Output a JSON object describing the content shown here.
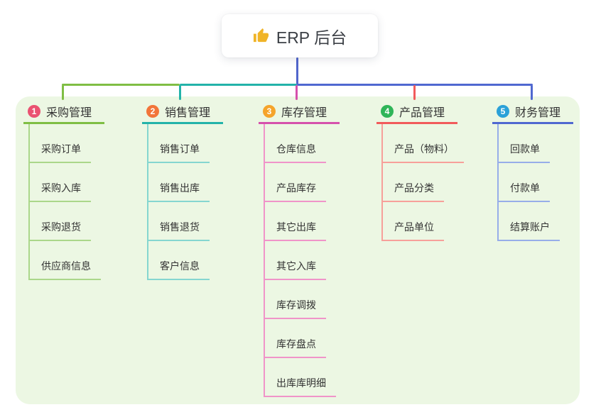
{
  "root": {
    "label": "ERP 后台",
    "icon": "thumbs-up-icon"
  },
  "colors": {
    "canvas_bg": "#ffffff",
    "panel_bg": "#ecf7e3",
    "root_line": "#5166cc",
    "segment_green": "#7fbe44",
    "segment_teal": "#23b3a9",
    "segment_blue": "#5068d0",
    "text_dark": "#333333"
  },
  "branches": [
    {
      "badge": "1",
      "label": "采购管理",
      "badge_color": "#ea5271",
      "line_color": "#7fbe44",
      "child_line_color": "#abd78a",
      "children": [
        {
          "label": "采购订单"
        },
        {
          "label": "采购入库"
        },
        {
          "label": "采购退货"
        },
        {
          "label": "供应商信息"
        }
      ]
    },
    {
      "badge": "2",
      "label": "销售管理",
      "badge_color": "#f2753a",
      "line_color": "#23b3a9",
      "child_line_color": "#85d6d0",
      "children": [
        {
          "label": "销售订单"
        },
        {
          "label": "销售出库"
        },
        {
          "label": "销售退货"
        },
        {
          "label": "客户信息"
        }
      ]
    },
    {
      "badge": "3",
      "label": "库存管理",
      "badge_color": "#f5a42b",
      "line_color": "#d551ac",
      "child_line_color": "#f094c9",
      "children": [
        {
          "label": "仓库信息"
        },
        {
          "label": "产品库存"
        },
        {
          "label": "其它出库"
        },
        {
          "label": "其它入库"
        },
        {
          "label": "库存调拨"
        },
        {
          "label": "库存盘点"
        },
        {
          "label": "出库库明细"
        }
      ]
    },
    {
      "badge": "4",
      "label": "产品管理",
      "badge_color": "#2fb558",
      "line_color": "#f15b5b",
      "child_line_color": "#f7a09a",
      "children": [
        {
          "label": "产品（物料）"
        },
        {
          "label": "产品分类"
        },
        {
          "label": "产品单位"
        }
      ]
    },
    {
      "badge": "5",
      "label": "财务管理",
      "badge_color": "#2ba1d8",
      "line_color": "#5068d0",
      "child_line_color": "#97ade9",
      "children": [
        {
          "label": "回款单"
        },
        {
          "label": "付款单"
        },
        {
          "label": "结算账户"
        }
      ]
    }
  ]
}
